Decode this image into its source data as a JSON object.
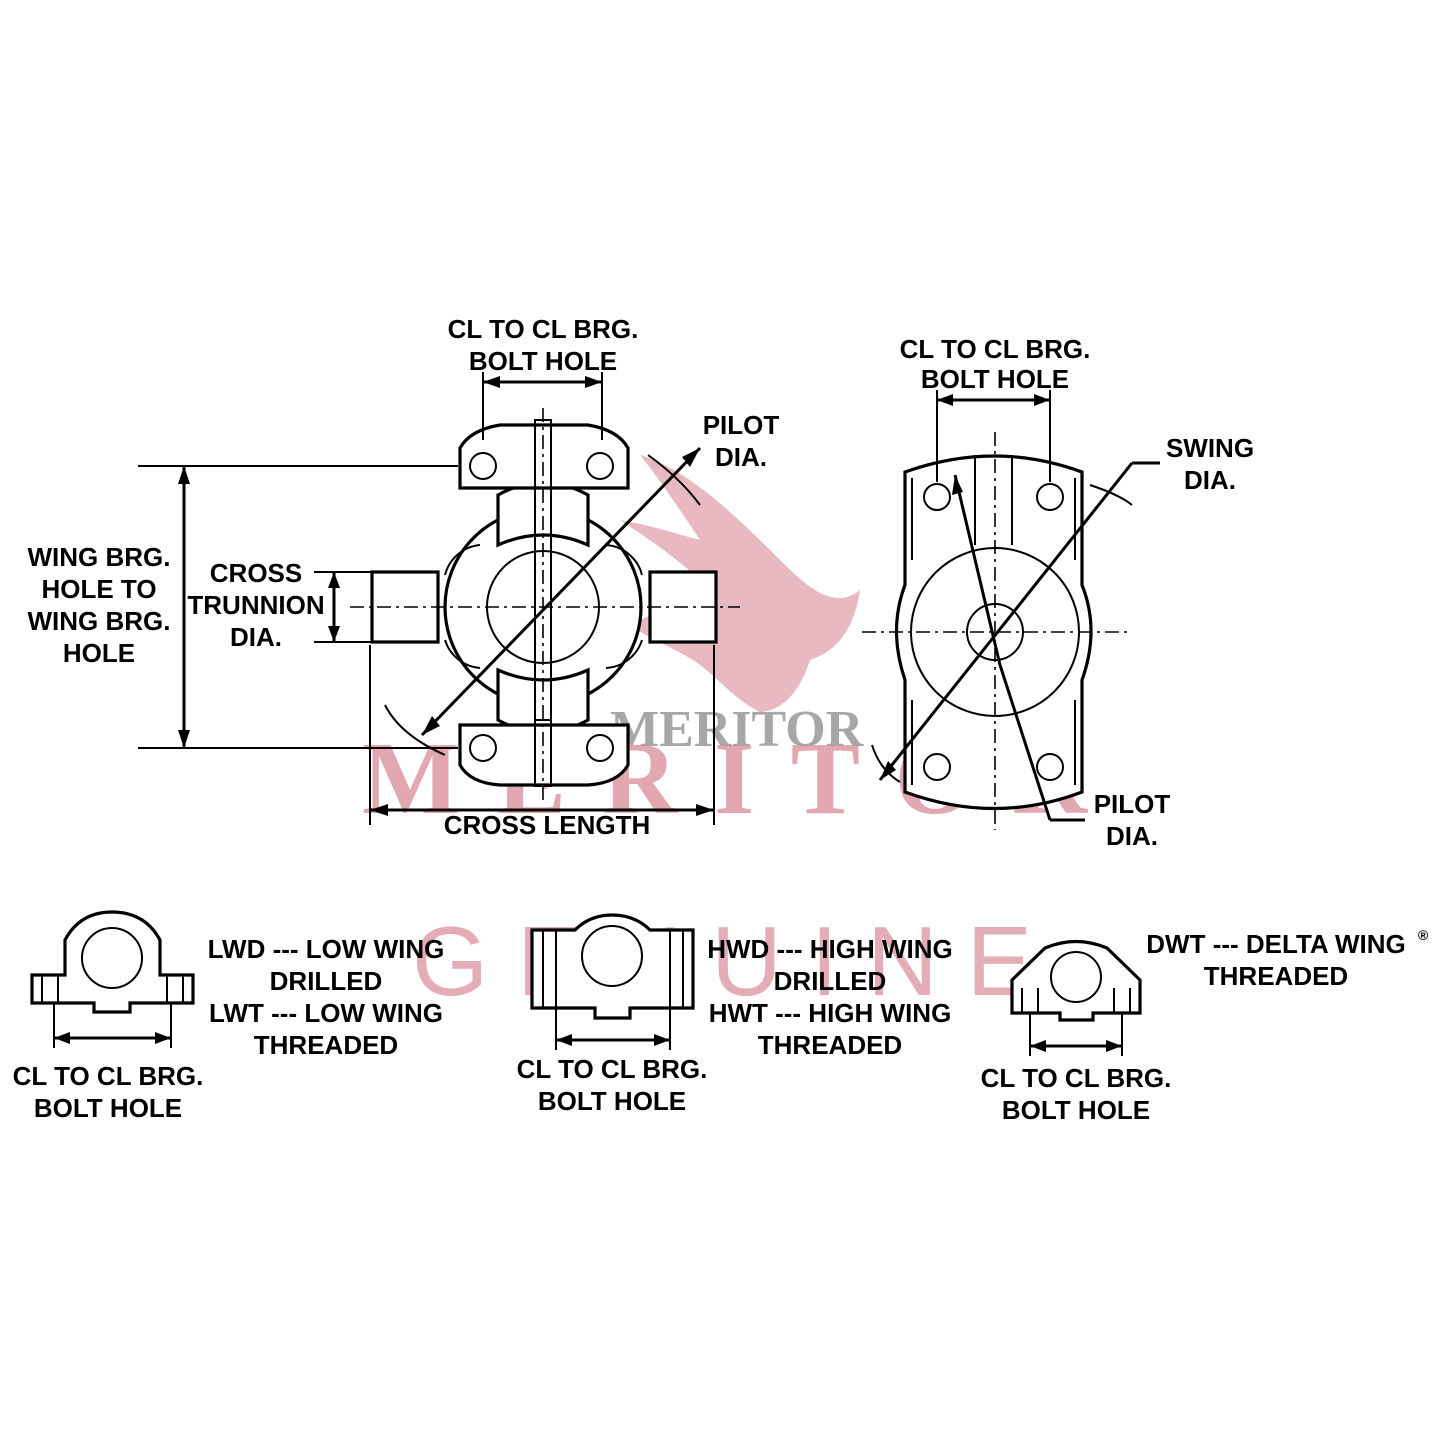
{
  "watermark": {
    "brand_small": "MERITOR",
    "brand_large": "MERITOR",
    "genuine": "GENUINE",
    "brand_color": "#d98a98"
  },
  "front_view": {
    "bolt_hole_label": [
      "CL TO CL BRG.",
      "BOLT HOLE"
    ],
    "pilot_label": [
      "PILOT",
      "DIA."
    ],
    "wing_label": [
      "WING BRG.",
      "HOLE TO",
      "WING BRG.",
      "HOLE"
    ],
    "trunnion_label": [
      "CROSS",
      "TRUNNION",
      "DIA."
    ],
    "cross_length_label": "CROSS LENGTH"
  },
  "side_view": {
    "bolt_hole_label": [
      "CL TO CL BRG.",
      "BOLT HOLE"
    ],
    "swing_label": [
      "SWING",
      "DIA."
    ],
    "pilot_label": [
      "PILOT",
      "DIA."
    ]
  },
  "variants": [
    {
      "id": "low-wing",
      "lines": [
        "LWD --- LOW WING",
        "DRILLED",
        "LWT --- LOW WING",
        "THREADED"
      ],
      "bolt_label": [
        "CL TO CL BRG.",
        "BOLT HOLE"
      ]
    },
    {
      "id": "high-wing",
      "lines": [
        "HWD --- HIGH WING",
        "DRILLED",
        "HWT --- HIGH WING",
        "THREADED"
      ],
      "bolt_label": [
        "CL TO CL BRG.",
        "BOLT HOLE"
      ]
    },
    {
      "id": "delta-wing",
      "lines": [
        "DWT --- DELTA WING",
        "THREADED"
      ],
      "registered_mark": "®",
      "bolt_label": [
        "CL TO CL BRG.",
        "BOLT HOLE"
      ]
    }
  ]
}
